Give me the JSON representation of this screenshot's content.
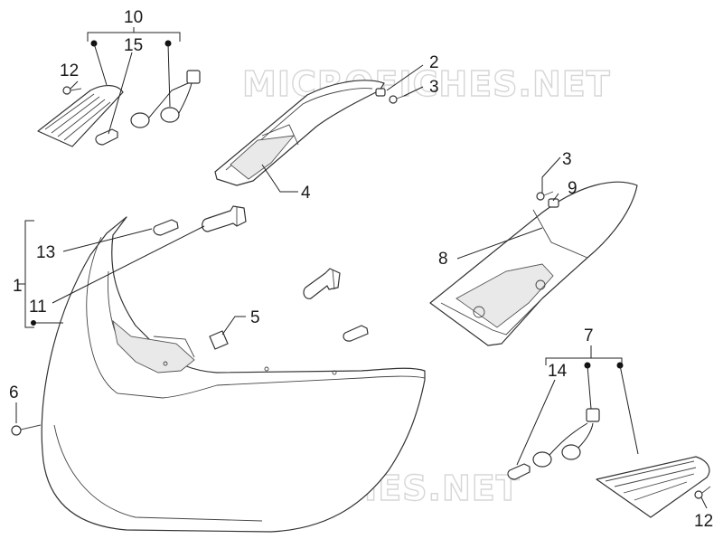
{
  "watermarks": [
    "MICROFICHES.NET",
    "MICROFICHES.NET"
  ],
  "callouts": [
    "1",
    "2",
    "3",
    "3",
    "4",
    "5",
    "6",
    "7",
    "8",
    "9",
    "10",
    "11",
    "12",
    "12",
    "13",
    "14",
    "15"
  ]
}
